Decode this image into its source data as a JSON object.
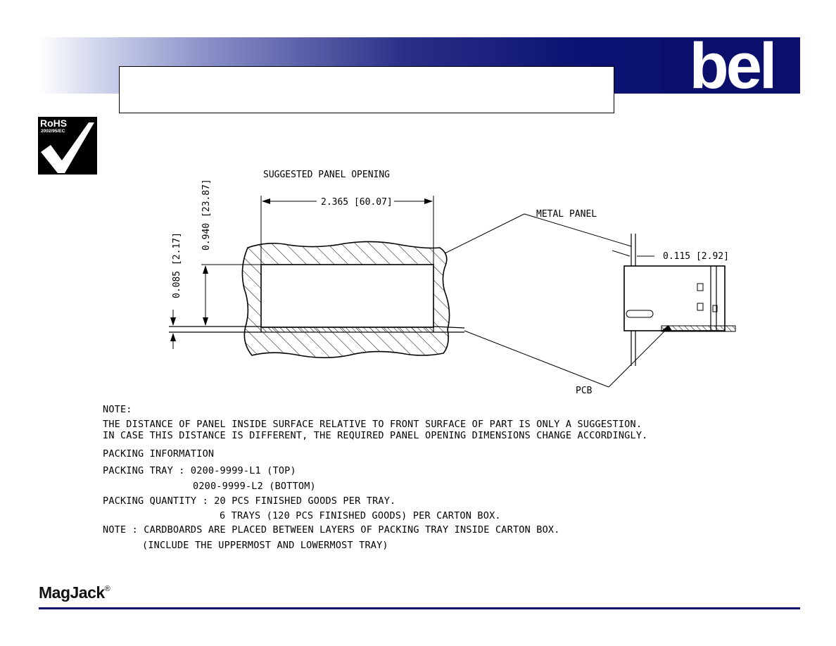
{
  "header": {
    "logo_text": "bel",
    "rohs_text": "RoHS",
    "rohs_subtext": "2002/95/EC"
  },
  "drawing": {
    "title": "SUGGESTED PANEL OPENING",
    "width_dim": "2.365 [60.07]",
    "height_dim": "0.940 [23.87]",
    "offset_dim": "0.085 [2.17]",
    "metal_panel_label": "METAL PANEL",
    "panel_thickness_dim": "0.115 [2.92]",
    "pcb_label": "PCB"
  },
  "notes": {
    "heading": "NOTE:",
    "line1": "THE DISTANCE OF PANEL INSIDE SURFACE RELATIVE TO FRONT SURFACE OF PART IS ONLY A SUGGESTION.",
    "line2": "IN CASE THIS DISTANCE IS DIFFERENT, THE REQUIRED PANEL OPENING DIMENSIONS CHANGE ACCORDINGLY.",
    "packing_heading": "PACKING INFORMATION",
    "tray_label": "PACKING TRAY : 0200-9999-L1 (TOP)",
    "tray_bottom": "0200-9999-L2 (BOTTOM)",
    "quantity_label": "PACKING QUANTITY : 20 PCS FINISHED GOODS PER TRAY.",
    "quantity_line2": "6 TRAYS (120 PCS FINISHED GOODS) PER CARTON BOX.",
    "cardboard_note": "NOTE : CARDBOARDS ARE PLACED BETWEEN LAYERS OF PACKING TRAY INSIDE CARTON BOX.",
    "cardboard_note2": "(INCLUDE THE UPPERMOST AND LOWERMOST TRAY)"
  },
  "footer": {
    "brand": "MagJack",
    "registered_mark": "®"
  }
}
